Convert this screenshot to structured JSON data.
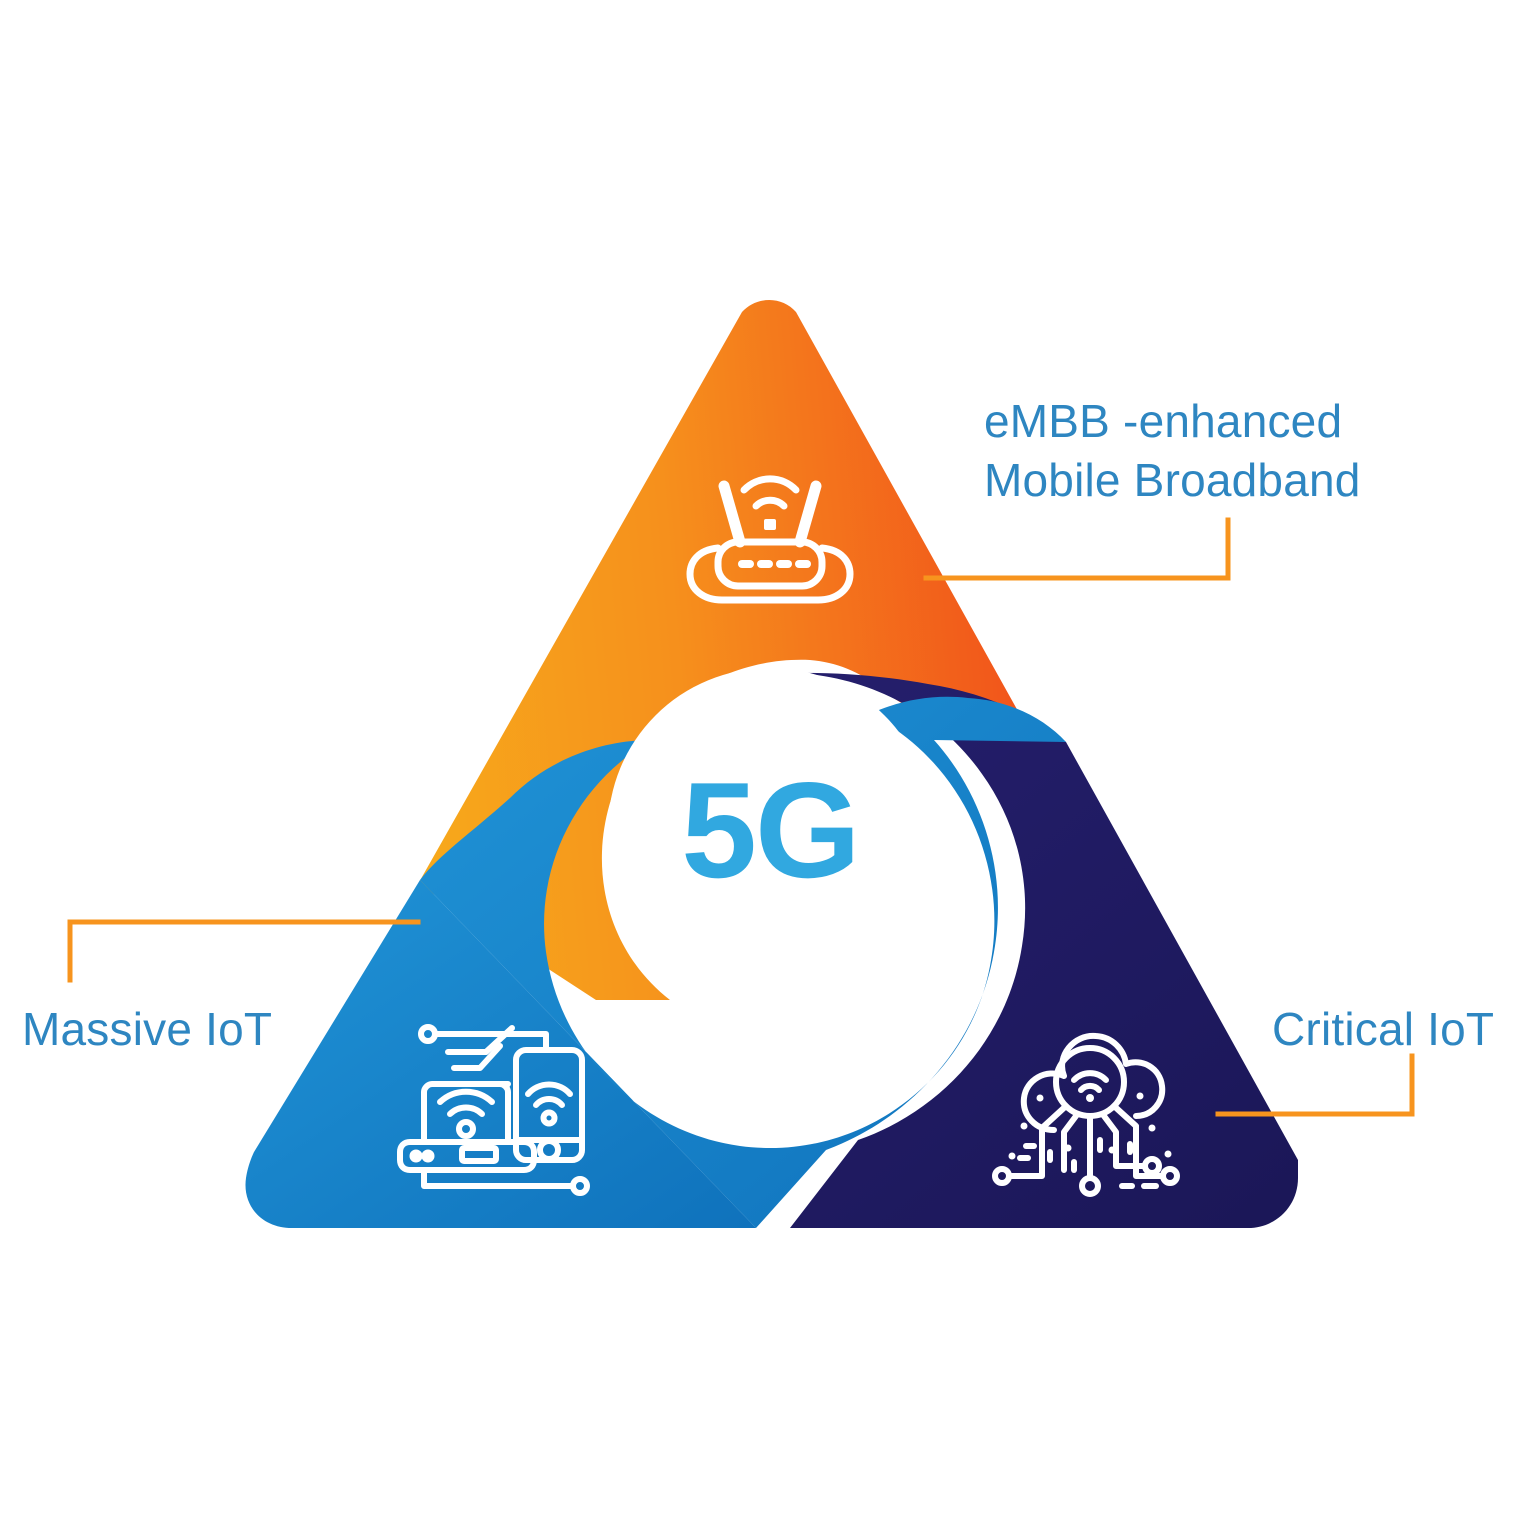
{
  "diagram": {
    "title_center": "5G",
    "center_color": "#31A8E0",
    "background": "#FFFFFF",
    "segments": [
      {
        "id": "embb",
        "name": "eMBB -enhanced Mobile Broadband",
        "label": "eMBB -enhanced\nMobile Broadband",
        "position": "top",
        "icon": "wifi-router-icon",
        "gradient_from": "#F7A81B",
        "gradient_to": "#F1511B"
      },
      {
        "id": "massive-iot",
        "name": "Massive IoT",
        "label": "Massive IoT",
        "position": "bottom-left",
        "icon": "laptop-smartphone-wifi-icon",
        "gradient_from": "#1C8DCE",
        "gradient_to": "#1277BE"
      },
      {
        "id": "critical-iot",
        "name": "Critical IoT",
        "label": "Critical IoT",
        "position": "bottom-right",
        "icon": "cloud-network-wifi-icon",
        "gradient_from": "#221B64",
        "gradient_to": "#1E1A5E"
      }
    ],
    "leader_line_color": "#F7941E",
    "label_text_color": "#2E86C1"
  },
  "labels": {
    "embb": "eMBB -enhanced\nMobile Broadband",
    "massive_iot": "Massive IoT",
    "critical_iot": "Critical IoT"
  }
}
